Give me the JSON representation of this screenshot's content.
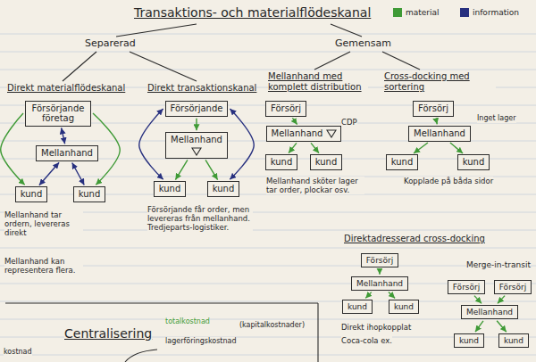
{
  "diagram": {
    "title": "Transaktions- och materialflödeskanal",
    "nodes": [
      {
        "text": [
          "Försörjande företag"
        ]
      },
      {
        "text": [
          "Mellanhand"
        ]
      },
      {
        "text": [
          "kund"
        ]
      },
      {
        "text": [
          "kund"
        ]
      },
      {
        "text": [
          "Försörjande"
        ]
      },
      {
        "text": [
          "Mellanhand"
        ]
      },
      {
        "text": [
          "kund"
        ]
      },
      {
        "text": [
          "kund"
        ]
      },
      {
        "text": [
          "Försörj"
        ]
      },
      {
        "text": [
          "Mellanhand"
        ]
      },
      {
        "text": [
          "kund"
        ]
      },
      {
        "text": [
          "kund"
        ]
      },
      {
        "text": [
          "Försörj"
        ]
      },
      {
        "text": [
          "Mellanhand"
        ]
      },
      {
        "text": [
          "kund"
        ]
      },
      {
        "text": [
          "kund"
        ]
      },
      {
        "text": [
          "Försörj"
        ]
      },
      {
        "text": [
          "Mellanhand"
        ]
      },
      {
        "text": [
          "kund"
        ]
      },
      {
        "text": [
          "kund"
        ]
      },
      {
        "text": [
          "Försörj"
        ]
      },
      {
        "text": [
          "Försörj"
        ]
      },
      {
        "text": [
          "Mellanhand"
        ]
      },
      {
        "text": [
          "kund"
        ]
      },
      {
        "text": [
          "kund"
        ]
      }
    ],
    "edges": [
      {
        "from": 0,
        "to": 2,
        "arrow": "to"
      },
      {
        "from": 0,
        "to": 3,
        "arrow": "to"
      },
      {
        "from": 0,
        "to": 1,
        "arrow": "both"
      },
      {
        "from": 1,
        "to": 2,
        "arrow": "both"
      },
      {
        "from": 1,
        "to": 3,
        "arrow": "both"
      },
      {
        "from": 4,
        "to": 6,
        "arrow": "both"
      },
      {
        "from": 4,
        "to": 7,
        "arrow": "both"
      },
      {
        "from": 4,
        "to": 5,
        "arrow": "to"
      },
      {
        "from": 5,
        "to": 6,
        "arrow": "to"
      },
      {
        "from": 5,
        "to": 7,
        "arrow": "to"
      },
      {
        "from": 8,
        "to": 9,
        "arrow": "to"
      },
      {
        "from": 9,
        "to": 10,
        "arrow": "to"
      },
      {
        "from": 9,
        "to": 11,
        "arrow": "to"
      },
      {
        "from": 12,
        "to": 13,
        "arrow": "to"
      },
      {
        "from": 13,
        "to": 14,
        "arrow": "to"
      },
      {
        "from": 13,
        "to": 15,
        "arrow": "to"
      },
      {
        "from": 16,
        "to": 17,
        "arrow": "to"
      },
      {
        "from": 17,
        "to": 18,
        "arrow": "to"
      },
      {
        "from": 17,
        "to": 19,
        "arrow": "to"
      },
      {
        "from": 20,
        "to": 22,
        "arrow": "to"
      },
      {
        "from": 21,
        "to": 22,
        "arrow": "to"
      },
      {
        "from": 22,
        "to": 23,
        "arrow": "to"
      },
      {
        "from": 22,
        "to": 24,
        "arrow": "to"
      }
    ],
    "labels": [
      "Separerad",
      "Gemensam",
      "Direkt materialflödeskanal",
      "Direkt transaktionskanal",
      "Mellanhand med komplett distribution",
      "Cross-docking med sortering",
      "Mellanhand tar ordern, levereras direkt",
      "Mellanhand kan representera flera.",
      "Försörjande får order, men levereras från mellanhand. Tredjeparts-logistiker.",
      "CDP",
      "Mellanhand sköter lager tar order, plockar osv.",
      "Inget lager",
      "Kopplade på båda sidor",
      "Direktadresserad cross-docking",
      "Direkt ihopkopplat",
      "Coca-cola ex.",
      "Merge-in-transit",
      "Centralisering",
      "totalkostnad",
      "lagerföringskostnad",
      "(kapitalkostnader)",
      "kostnad"
    ],
    "legend": [
      {
        "text": "material",
        "color": "#3f9a36"
      },
      {
        "text": "information",
        "color": "#27307f"
      }
    ]
  }
}
